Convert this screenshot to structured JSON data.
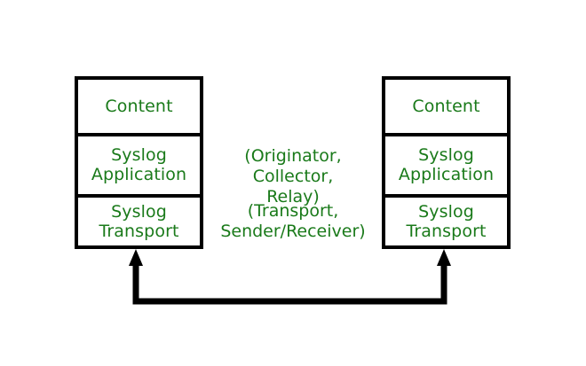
{
  "diagram": {
    "title": "Syslog layered architecture with transport connection",
    "background_color": "#ffffff",
    "line_color": "#000000",
    "text_color": "#1a7a1a",
    "stacks": [
      {
        "id": "left",
        "layers": [
          {
            "name": "content",
            "label": "Content"
          },
          {
            "name": "application",
            "label": "Syslog\nApplication"
          },
          {
            "name": "transport",
            "label": "Syslog\nTransport"
          }
        ]
      },
      {
        "id": "right",
        "layers": [
          {
            "name": "content",
            "label": "Content"
          },
          {
            "name": "application",
            "label": "Syslog\nApplication"
          },
          {
            "name": "transport",
            "label": "Syslog\nTransport"
          }
        ]
      }
    ],
    "annotations": [
      {
        "name": "roles",
        "label": "(Originator, Collector,\nRelay)",
        "relates_to": "syslog-application-layer"
      },
      {
        "name": "transport",
        "label": "(Transport,\nSender/Receiver)",
        "relates_to": "syslog-transport-layer"
      }
    ],
    "connector": {
      "name": "transport-link",
      "style": "double-headed",
      "arrow_heads": [
        "up-left",
        "up-right"
      ]
    }
  }
}
